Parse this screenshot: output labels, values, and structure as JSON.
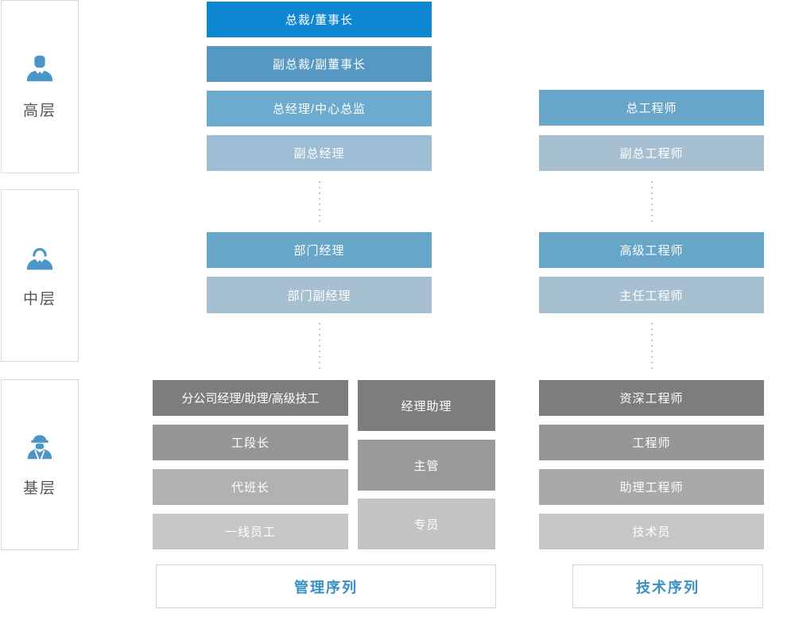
{
  "palette": {
    "accent_blue": "#0e87d3",
    "footer_label_blue": "#3a8fc4",
    "icon_blue": "#4a96c8",
    "connector_gray": "#c6c6c6",
    "box_border_gray": "#d9d9d9",
    "sidebar_text": "#555555"
  },
  "sidebar": {
    "items": [
      {
        "label": "高层",
        "icon": "executive-person-icon"
      },
      {
        "label": "中层",
        "icon": "manager-person-icon"
      },
      {
        "label": "基层",
        "icon": "worker-person-icon"
      }
    ]
  },
  "management": {
    "top_boxes": [
      {
        "label": "总裁/董事长",
        "color": "#0e87d3"
      },
      {
        "label": "副总裁/副董事长",
        "color": "#5598c3"
      },
      {
        "label": "总经理/中心总监",
        "color": "#6cabce"
      },
      {
        "label": "副总经理",
        "color": "#9cbdd3"
      }
    ],
    "middle_boxes": [
      {
        "label": "部门经理",
        "color": "#67a5c9"
      },
      {
        "label": "部门副经理",
        "color": "#a6c0d1"
      }
    ],
    "base_boxes": [
      {
        "label": "分公司经理/助理/高级技工",
        "color": "#7d7d7d"
      },
      {
        "label": "工段长",
        "color": "#969696"
      },
      {
        "label": "代班长",
        "color": "#b1b1b1"
      },
      {
        "label": "一线员工",
        "color": "#c6c6c6"
      }
    ],
    "assistant_boxes": [
      {
        "label": "经理助理",
        "color": "#7d7d7d"
      },
      {
        "label": "主管",
        "color": "#9a9a9a"
      },
      {
        "label": "专员",
        "color": "#c3c3c3"
      }
    ],
    "footer_label": "管理序列"
  },
  "technical": {
    "top_boxes": [
      {
        "label": "总工程师",
        "color": "#67a5c9"
      },
      {
        "label": "副总工程师",
        "color": "#a6c0d1"
      }
    ],
    "middle_boxes": [
      {
        "label": "高级工程师",
        "color": "#67a5c9"
      },
      {
        "label": "主任工程师",
        "color": "#a6c0d1"
      }
    ],
    "base_boxes": [
      {
        "label": "资深工程师",
        "color": "#7d7d7d"
      },
      {
        "label": "工程师",
        "color": "#969696"
      },
      {
        "label": "助理工程师",
        "color": "#a9a9a9"
      },
      {
        "label": "技术员",
        "color": "#c6c6c6"
      }
    ],
    "footer_label": "技术序列"
  }
}
